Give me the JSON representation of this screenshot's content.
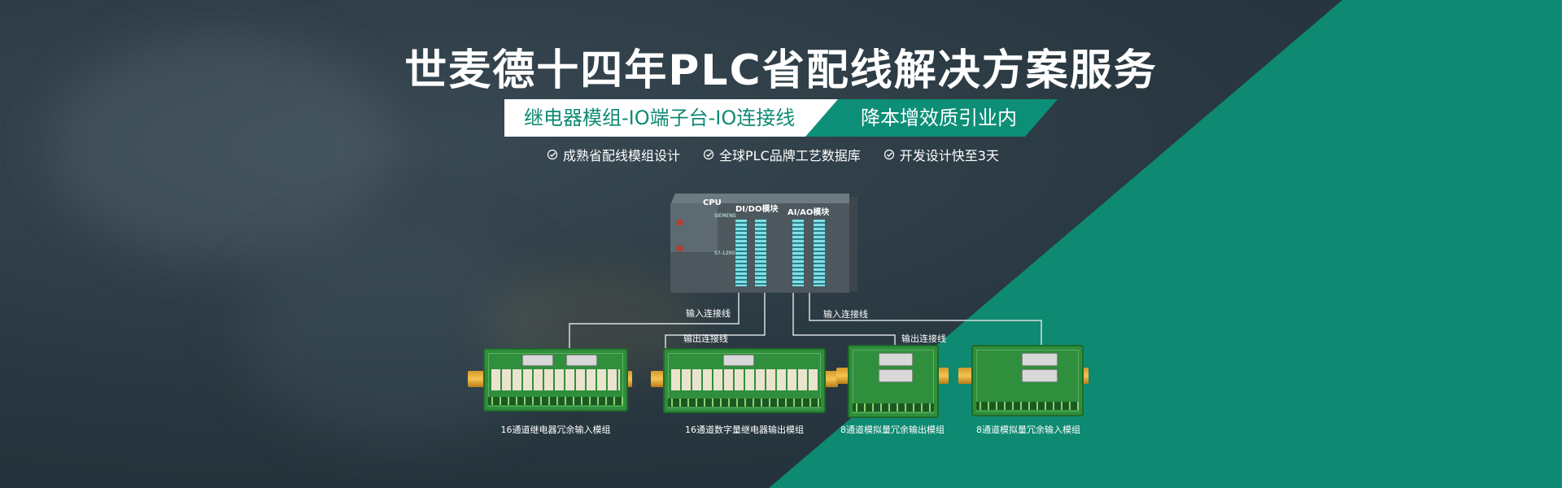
{
  "banner": {
    "title": "世麦德十四年PLC省配线解决方案服务",
    "subtitle_left": "继电器模组-IO端子台-IO连接线",
    "subtitle_right": "降本增效质引业内",
    "features": [
      {
        "label": "成熟省配线模组设计",
        "icon": "check-circle-icon"
      },
      {
        "label": "全球PLC品牌工艺数据库",
        "icon": "check-circle-icon"
      },
      {
        "label": "开发设计快至3天",
        "icon": "check-circle-icon"
      }
    ]
  },
  "plc": {
    "cpu_label": "CPU",
    "dido_label": "DI/DO模块",
    "aiao_label": "AI/AO模块",
    "brand_text": "SIEMENS",
    "model_text": "S7-1200"
  },
  "wires": {
    "input_line_1": "输入连接线",
    "output_line_1": "输出连接线",
    "input_line_2": "输入连接线",
    "output_line_2": "输出连接线"
  },
  "modules": [
    {
      "caption": "16通道继电器冗余输入模组"
    },
    {
      "caption": "16通道数字量继电器输出模组"
    },
    {
      "caption": "8通道模拟量冗余输出模组"
    },
    {
      "caption": "8通道模拟量冗余输入模组"
    }
  ],
  "colors": {
    "accent_green": "#0d8f77",
    "background_dark": "#2a3942",
    "text_white": "#ffffff"
  }
}
